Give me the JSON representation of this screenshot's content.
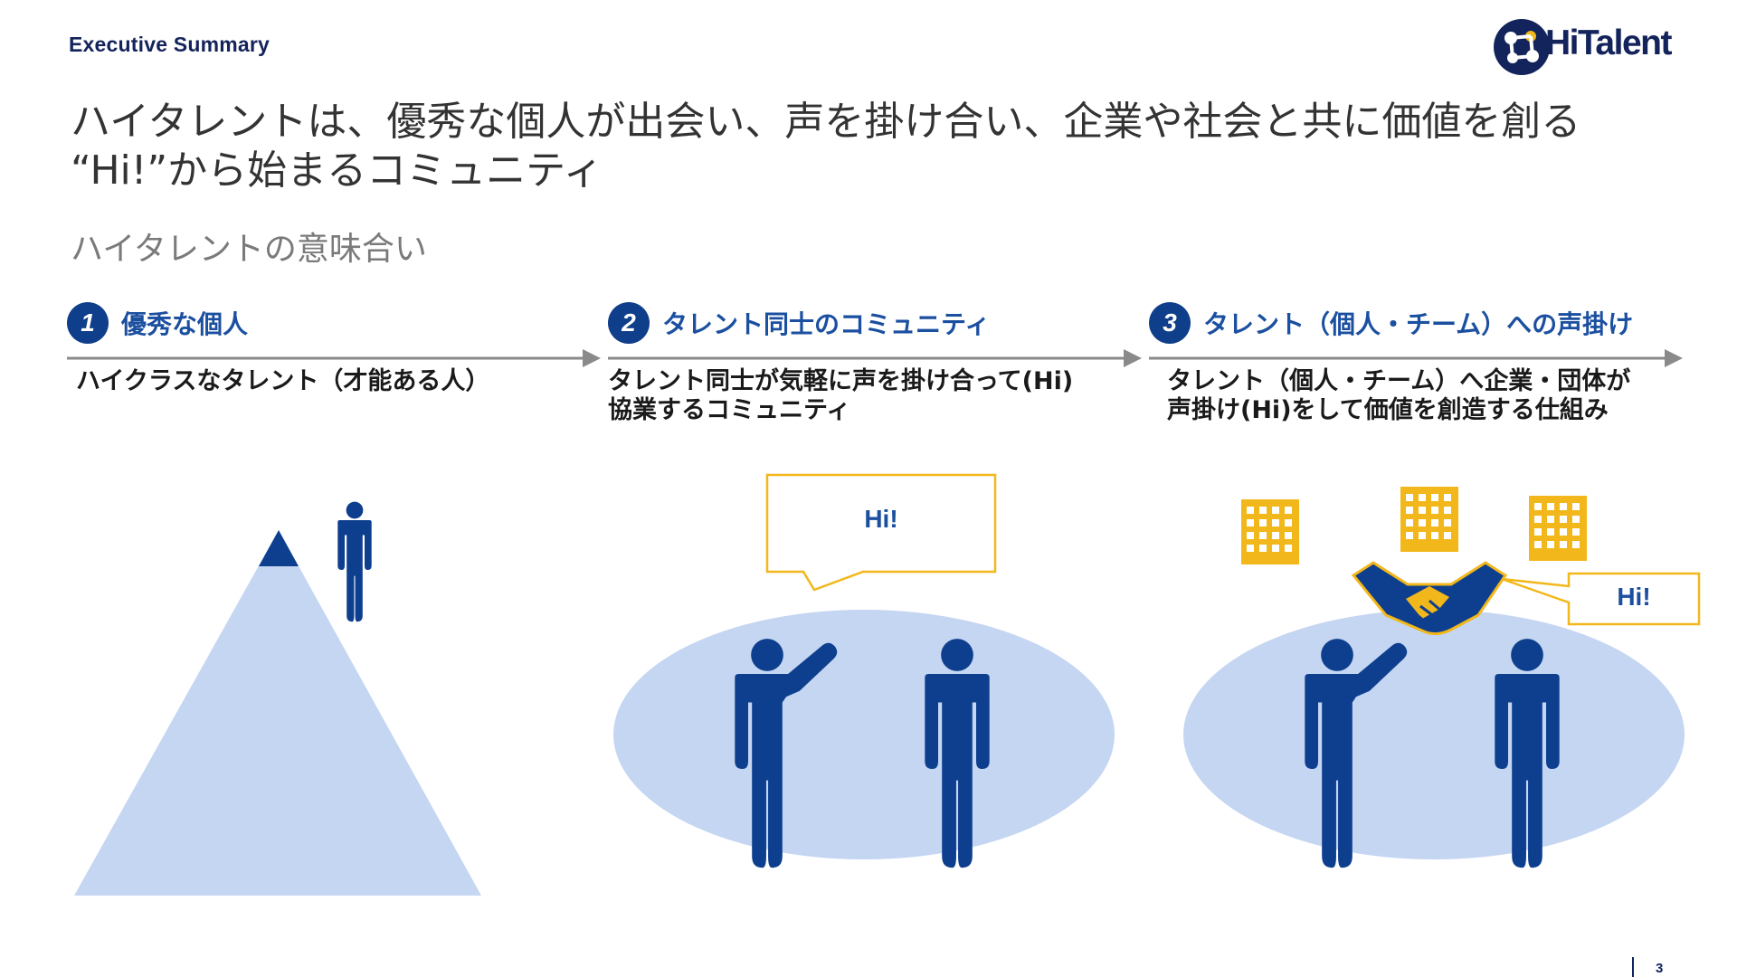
{
  "header": {
    "section_tag": "Executive Summary",
    "logo_text": "HiTalent"
  },
  "headline": {
    "line1": "ハイタレントは、優秀な個人が出会い、声を掛け合い、企業や社会と共に価値を創る",
    "line2": "“Hi!”から始まるコミュニティ"
  },
  "subheading": "ハイタレントの意味合い",
  "steps": [
    {
      "number": "1",
      "title": "優秀な個人",
      "desc_line1": "ハイクラスなタレント（才能ある人）",
      "desc_line2": ""
    },
    {
      "number": "2",
      "title": "タレント同士のコミュニティ",
      "desc_line1": "タレント同士が気軽に声を掛け合って(Hi)",
      "desc_line2": "協業するコミュニティ"
    },
    {
      "number": "3",
      "title": "タレント（個人・チーム）への声掛け",
      "desc_line1": "タレント（個人・チーム）へ企業・団体が",
      "desc_line2": "声掛け(Hi)をして価値を創造する仕組み"
    }
  ],
  "bubbles": {
    "community": "Hi!",
    "corporate": "Hi!"
  },
  "footer": {
    "page_number": "3"
  },
  "colors": {
    "navy": "#13235b",
    "badge_blue": "#0f3e8a",
    "title_blue": "#1b4fa0",
    "figure_blue": "#0e3f8f",
    "light_blue": "#c5d6f2",
    "gold": "#f2b71a",
    "arrow_gray": "#8a8a8a"
  }
}
